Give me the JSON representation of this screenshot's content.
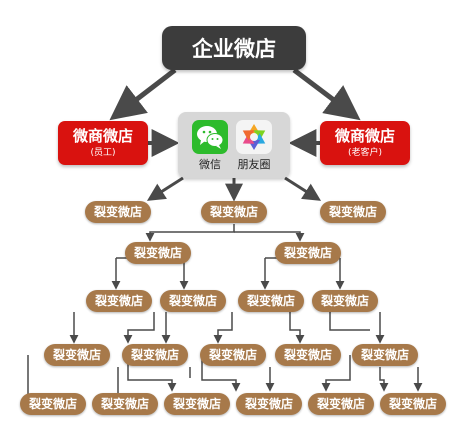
{
  "root": {
    "label": "企业微店"
  },
  "left_store": {
    "title": "微商微店",
    "subtitle": "(员工)"
  },
  "right_store": {
    "title": "微商微店",
    "subtitle": "(老客户)"
  },
  "center": {
    "wechat_label": "微信",
    "moments_label": "朋友圈",
    "wechat_icon": "wechat-icon",
    "moments_icon": "camera-aperture-icon"
  },
  "fission_label": "裂变微店",
  "colors": {
    "root": "#3c3c3c",
    "red_store": "#d9120f",
    "fission": "#a7794a",
    "arrow": "#4a4a4a",
    "wechat_green": "#2dbb2c"
  }
}
